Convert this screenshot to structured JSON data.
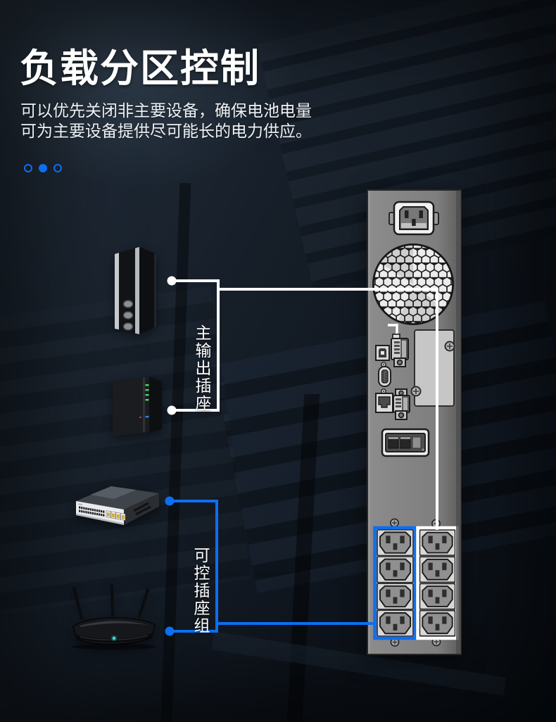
{
  "header": {
    "title": "负载分区控制",
    "description": [
      "可以优先关闭非主要设备，确保电池电量",
      "可为主要设备提供尽可能长的电力供应。"
    ]
  },
  "carousel": {
    "dots": [
      "outline",
      "active",
      "outline"
    ]
  },
  "diagram": {
    "labels": {
      "main_output": "主输出插座",
      "controlled_group": "可控插座组"
    },
    "devices": [
      {
        "id": "tower-server",
        "wired_to": "main-outlet-group"
      },
      {
        "id": "nas-storage",
        "wired_to": "main-outlet-group"
      },
      {
        "id": "network-switch",
        "wired_to": "controlled-outlet-group"
      },
      {
        "id": "wireless-router",
        "wired_to": "controlled-outlet-group"
      }
    ],
    "ups_rear_panel": {
      "ports": [
        "ac-inlet",
        "cooling-fan",
        "emergency-connector",
        "usb-b-port",
        "db9-serial-port",
        "rj45-network-port",
        "expansion-slot-cover",
        "battery-connector"
      ],
      "outlet_groups": [
        {
          "id": "controlled-outlet-group",
          "outline_color": "blue",
          "outlet_count": 4
        },
        {
          "id": "main-outlet-group",
          "outline_color": "white",
          "outlet_count": 4
        }
      ]
    }
  },
  "colors": {
    "accent_blue": "#0d6ef2",
    "line_white": "#ffffff"
  }
}
